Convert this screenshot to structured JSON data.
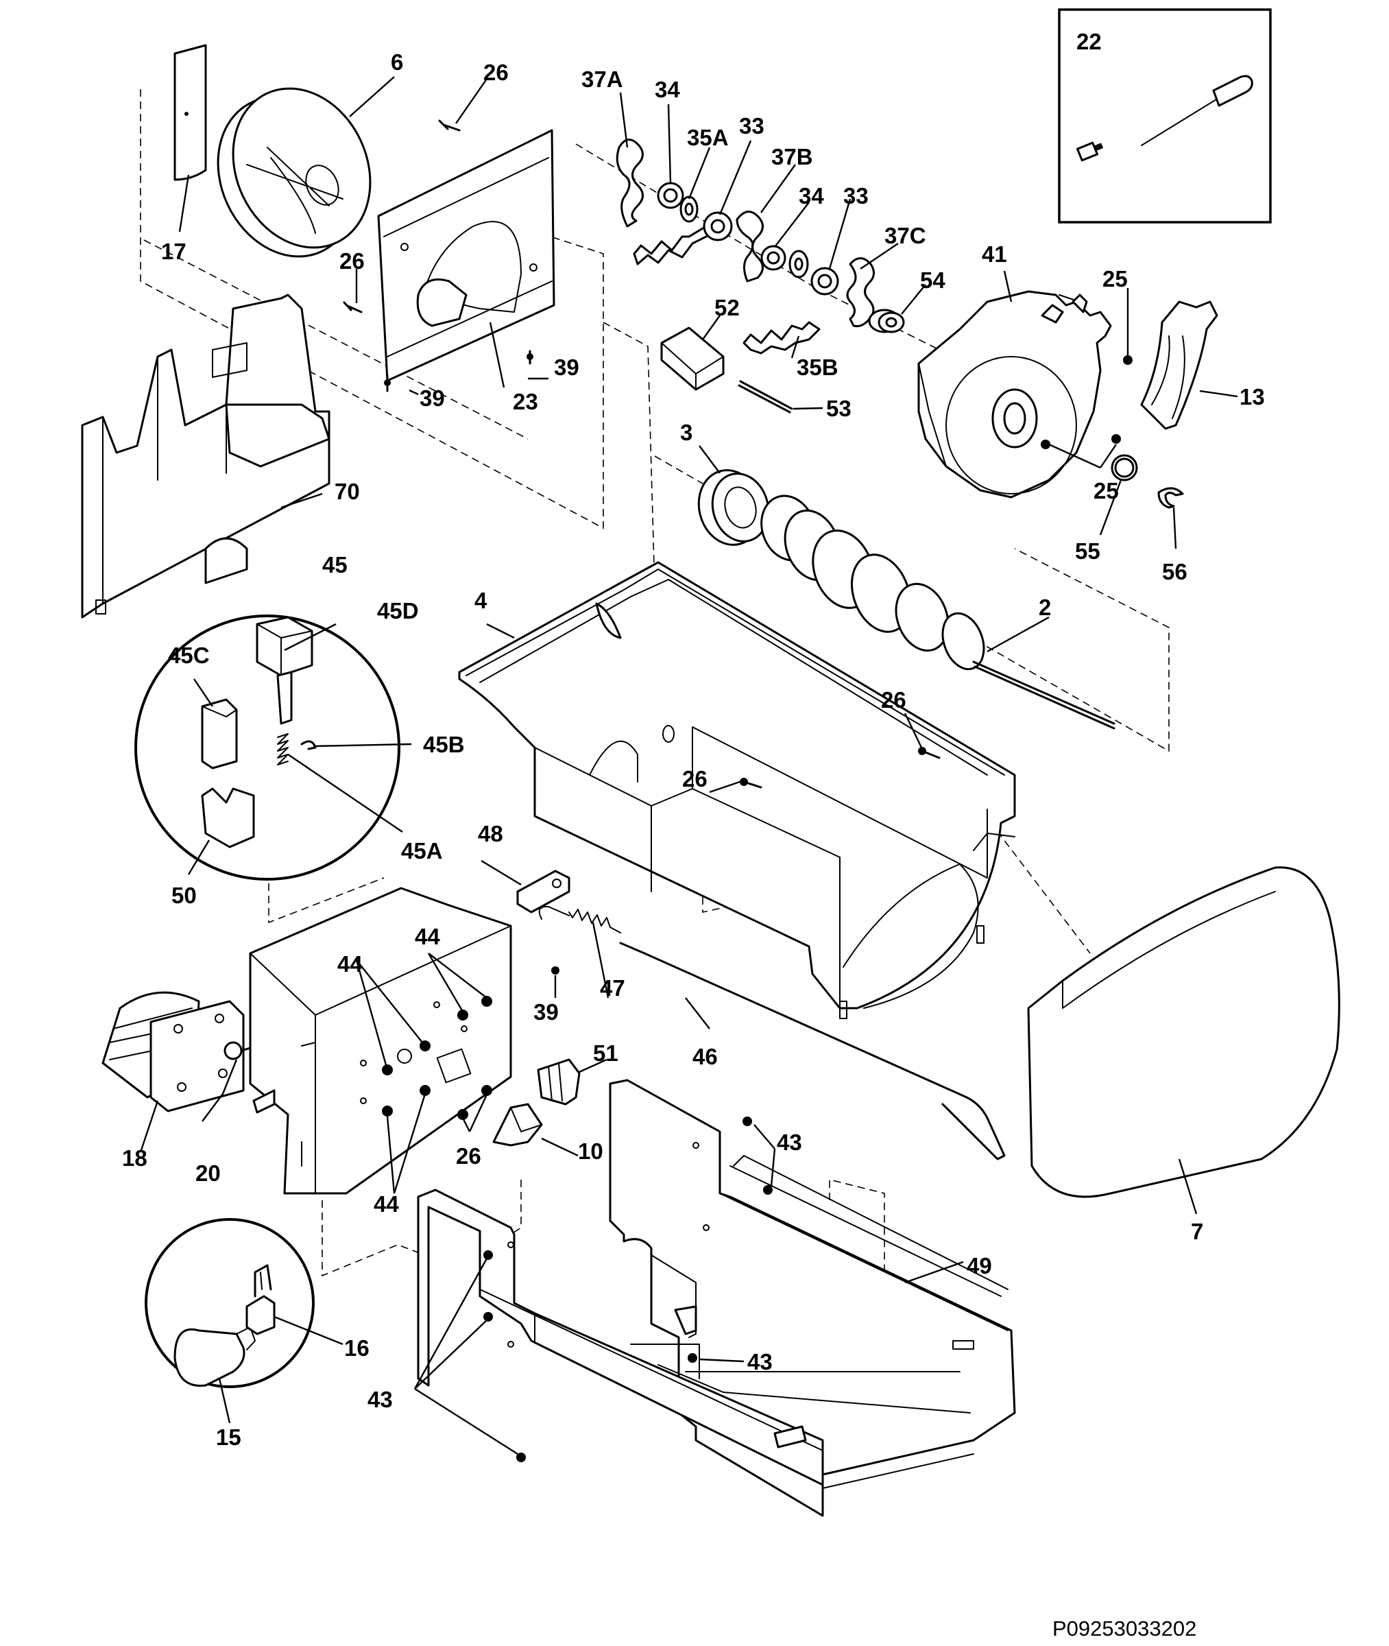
{
  "callouts": {
    "c2": "2",
    "c3": "3",
    "c4": "4",
    "c6": "6",
    "c7": "7",
    "c10": "10",
    "c13": "13",
    "c15": "15",
    "c16": "16",
    "c17": "17",
    "c18": "18",
    "c20": "20",
    "c22": "22",
    "c23": "23",
    "c25a": "25",
    "c25b": "25",
    "c26a": "26",
    "c26b": "26",
    "c26c": "26",
    "c26d": "26",
    "c26e": "26",
    "c33a": "33",
    "c33b": "33",
    "c34a": "34",
    "c34b": "34",
    "c35a": "35A",
    "c35b": "35B",
    "c37a": "37A",
    "c37b": "37B",
    "c37c": "37C",
    "c39a": "39",
    "c39b": "39",
    "c39c": "39",
    "c41": "41",
    "c43a": "43",
    "c43b": "43",
    "c43c": "43",
    "c44a": "44",
    "c44b": "44",
    "c44c": "44",
    "c45": "45",
    "c45a": "45A",
    "c45b": "45B",
    "c45c": "45C",
    "c45d": "45D",
    "c46": "46",
    "c47": "47",
    "c48": "48",
    "c49": "49",
    "c50": "50",
    "c51": "51",
    "c52": "52",
    "c53": "53",
    "c54": "54",
    "c55": "55",
    "c56": "56",
    "c70": "70"
  },
  "document_number": "P09253033202"
}
